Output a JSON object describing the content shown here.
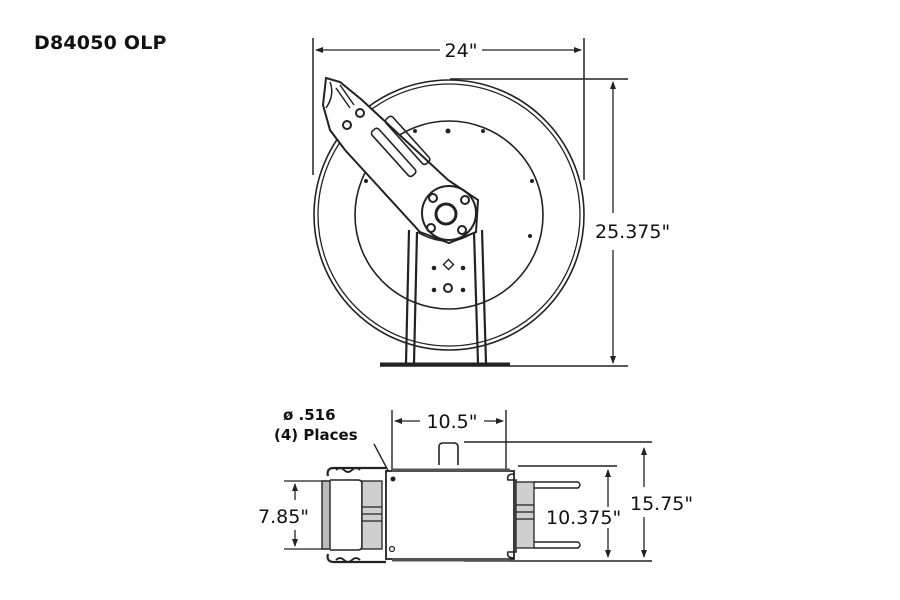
{
  "title": "D84050 OLP",
  "front_view": {
    "width_dim": "24\"",
    "height_dim": "25.375\""
  },
  "top_view": {
    "hole_note_line1": "ø .516",
    "hole_note_line2": "(4) Places",
    "base_length_dim": "10.5\"",
    "mount_width_dim": "7.85\"",
    "inner_width_dim": "10.375\"",
    "overall_width_dim": "15.75\""
  },
  "colors": {
    "line": "#222222",
    "background": "#ffffff",
    "shade": "#bdbdbd"
  }
}
